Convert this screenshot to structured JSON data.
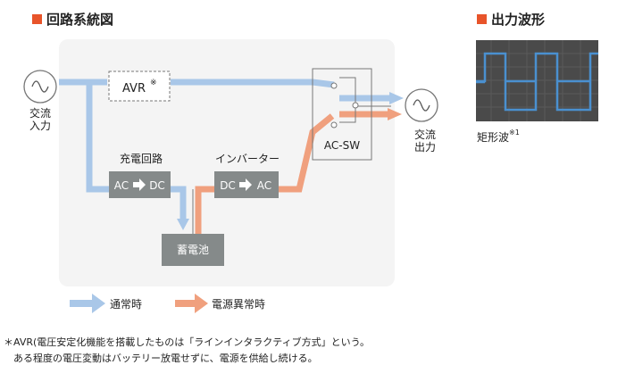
{
  "circuit_title": "回路系統図",
  "waveform_title": "出力波形",
  "nodes": {
    "ac_input": "交流\n入力",
    "avr": "AVR",
    "avr_mark": "※",
    "charger_title": "充電回路",
    "charger_from": "AC",
    "charger_to": "DC",
    "inverter_title": "インバーター",
    "inverter_from": "DC",
    "inverter_to": "AC",
    "battery": "蓄電池",
    "acsw": "AC-SW",
    "ac_output": "交流\n出力"
  },
  "legend": {
    "normal": "通常時",
    "outage": "電源異常時"
  },
  "waveform_caption": "矩形波",
  "waveform_mark": "※1",
  "notes": [
    "＊AVR(電圧安定化機能を搭載したものは「ラインインタラクティブ方式」という。",
    "ある程度の電圧変動はバッテリー放電せずに、電源を供給し続ける。"
  ],
  "colors": {
    "accent": "#e8542a",
    "normal_flow": "#a9c7e8",
    "outage_flow": "#f0a07e",
    "box_fill": "#858a8a",
    "panel_bg": "#f4f4f4",
    "wave_bg": "#4a4a4a",
    "wave_line": "#4a90d0"
  }
}
